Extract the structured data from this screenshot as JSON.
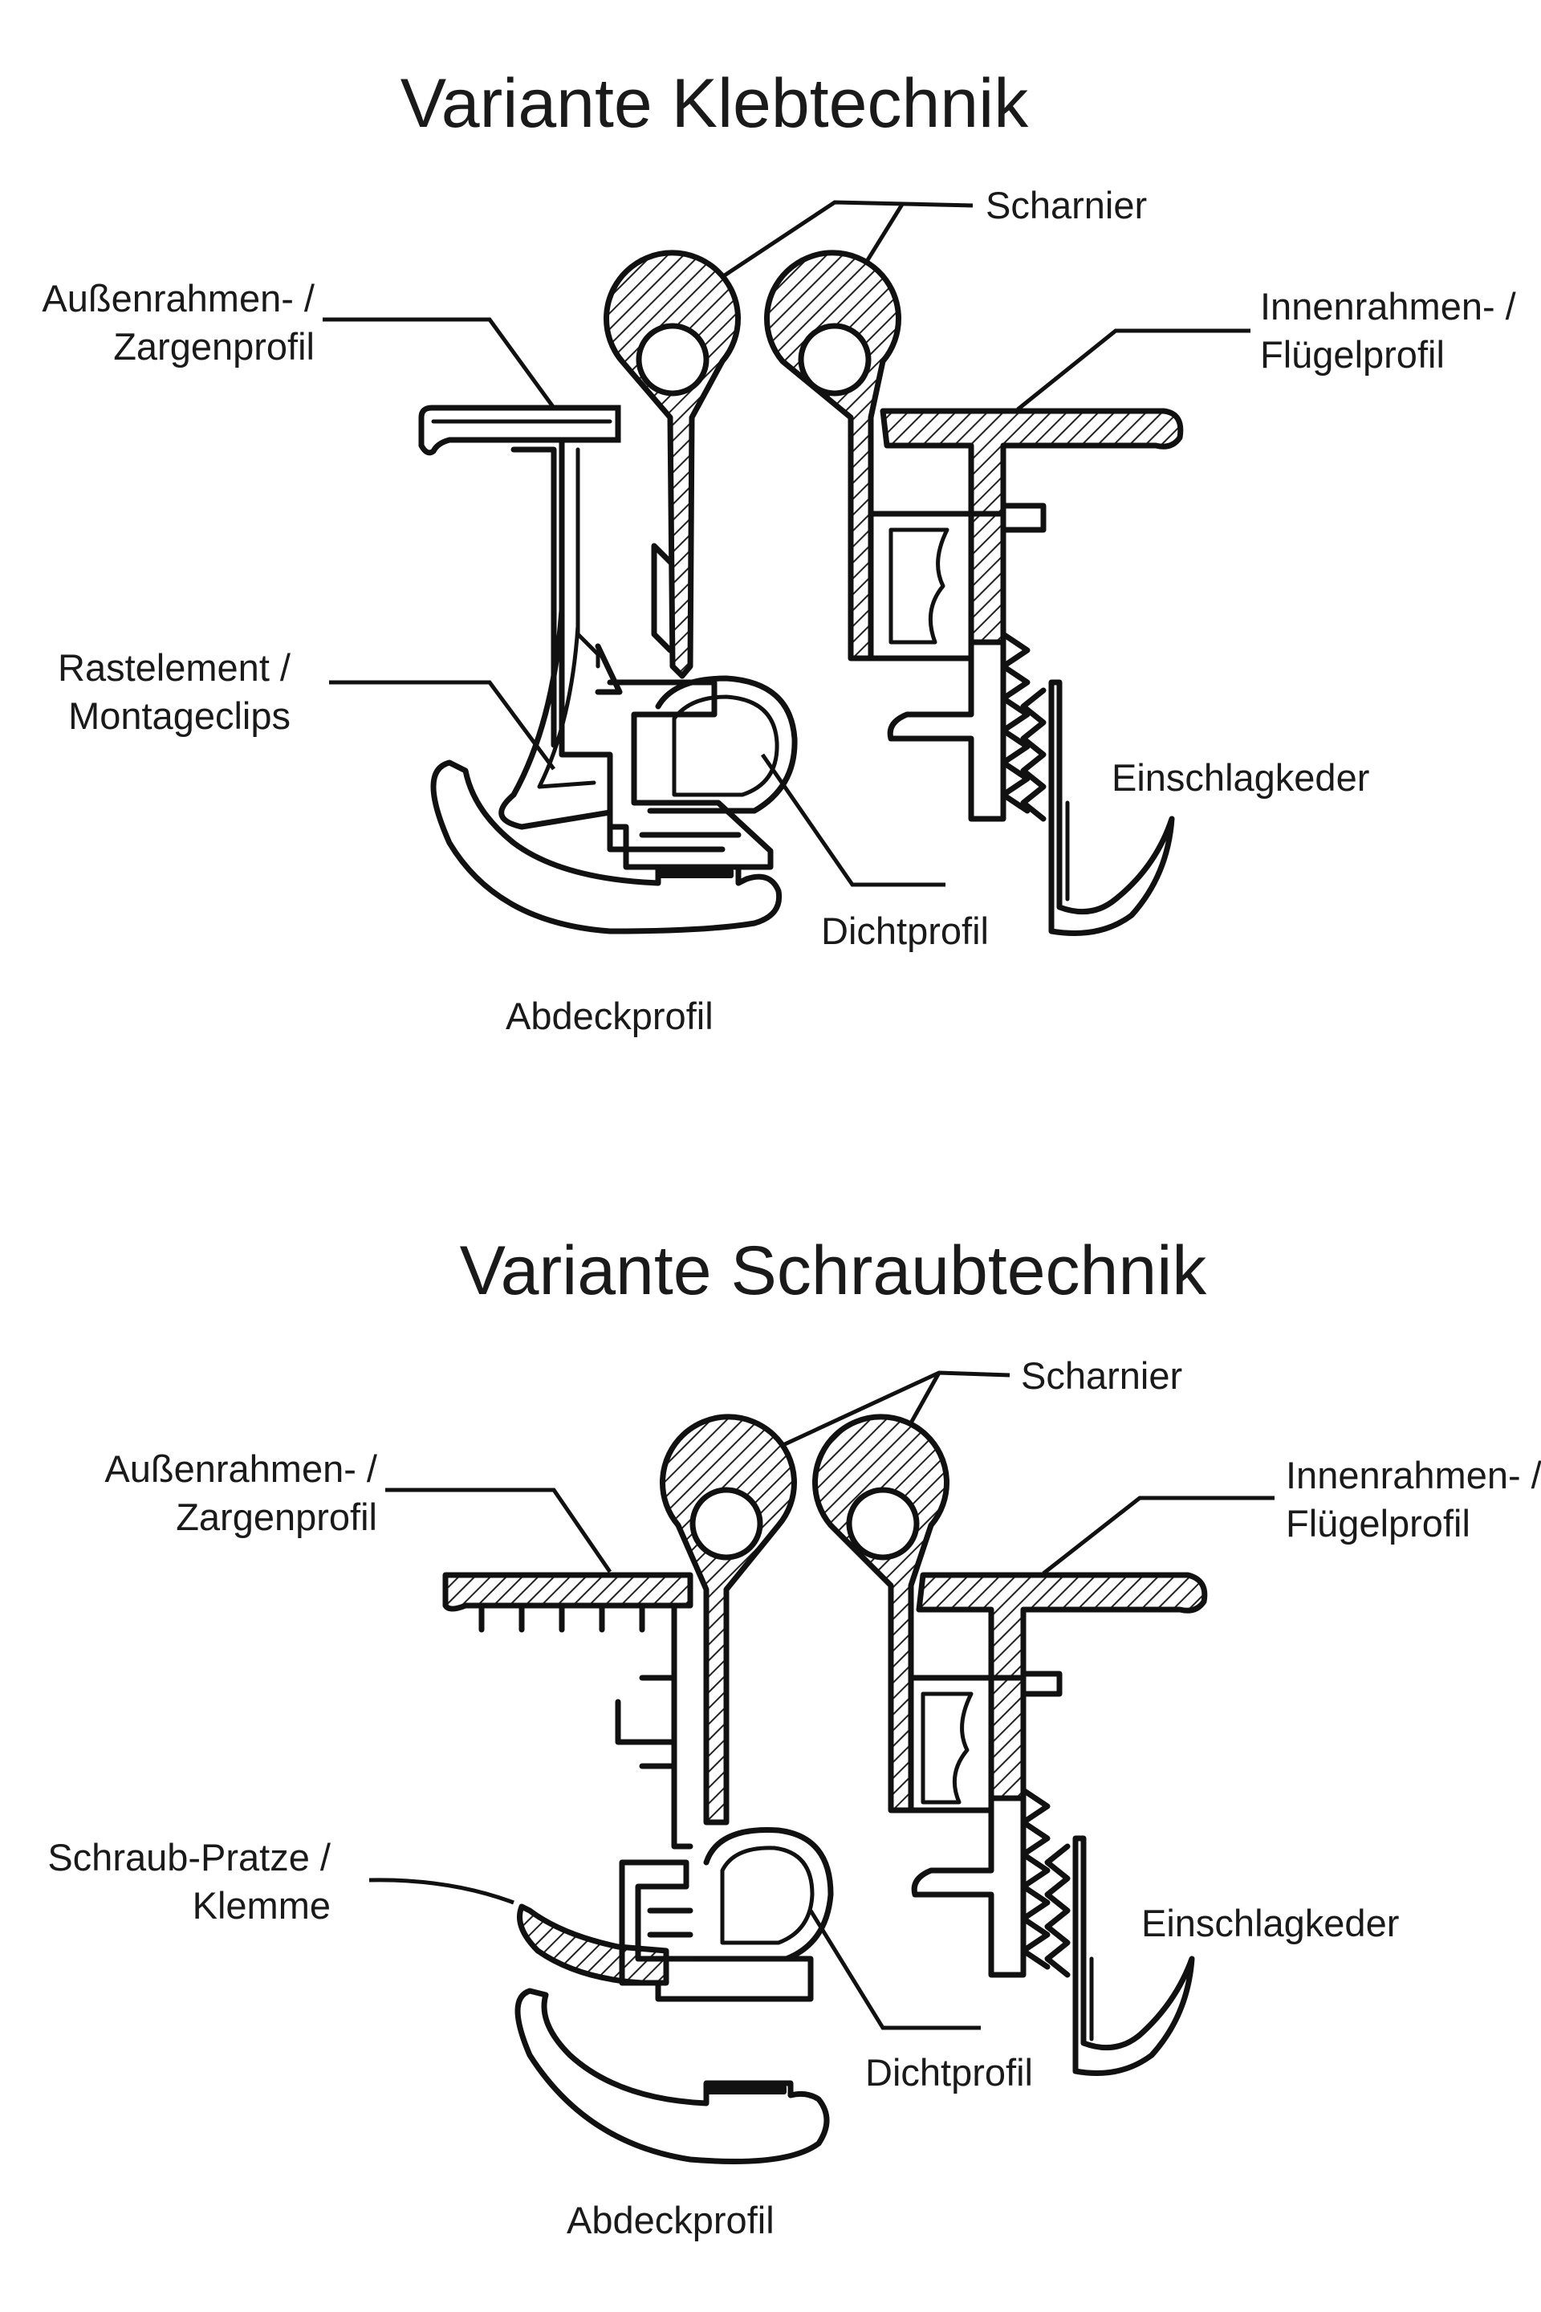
{
  "variants": [
    {
      "title": "Variante Klebtechnik",
      "labels": {
        "hinge": "Scharnier",
        "outer_frame_1": "Außenrahmen- /",
        "outer_frame_2": "Zargenprofil",
        "inner_frame_1": "Innenrahmen- /",
        "inner_frame_2": "Flügelprofil",
        "fastener_1": "Rastelement /",
        "fastener_2": "Montageclips",
        "keder": "Einschlagkeder",
        "seal": "Dichtprofil",
        "cover": "Abdeckprofil"
      }
    },
    {
      "title": "Variante Schraubtechnik",
      "labels": {
        "hinge": "Scharnier",
        "outer_frame_1": "Außenrahmen- /",
        "outer_frame_2": "Zargenprofil",
        "inner_frame_1": "Innenrahmen- /",
        "inner_frame_2": "Flügelprofil",
        "fastener_1": "Schraub-Pratze /",
        "fastener_2": "Klemme",
        "keder": "Einschlagkeder",
        "seal": "Dichtprofil",
        "cover": "Abdeckprofil"
      }
    }
  ]
}
